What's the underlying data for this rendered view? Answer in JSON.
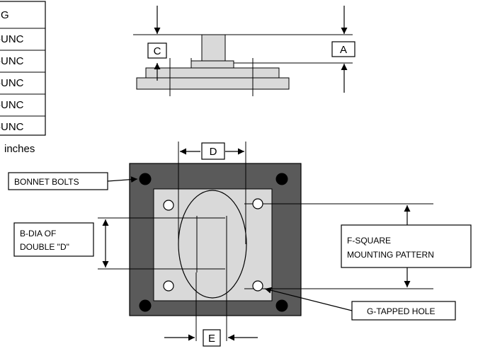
{
  "table": {
    "rows": [
      "G",
      "-UNC",
      "-UNC",
      "-UNC",
      "-UNC",
      "-UNC"
    ],
    "footnote": "inches"
  },
  "dimensions": {
    "a": "A",
    "b": "B-DIA OF",
    "b_line2": "DOUBLE \"D\"",
    "c": "C",
    "d": "D",
    "e": "E",
    "f": "F-SQUARE",
    "f_line2": "MOUNTING PATTERN",
    "g": "G-TAPPED HOLE"
  },
  "callouts": {
    "bonnet_bolts": "BONNET BOLTS"
  },
  "colors": {
    "outer_plate": "#5a5a5a",
    "inner_plate": "#d9d9d9",
    "side_view_fill": "#d9d9d9",
    "bolt": "#000000"
  }
}
